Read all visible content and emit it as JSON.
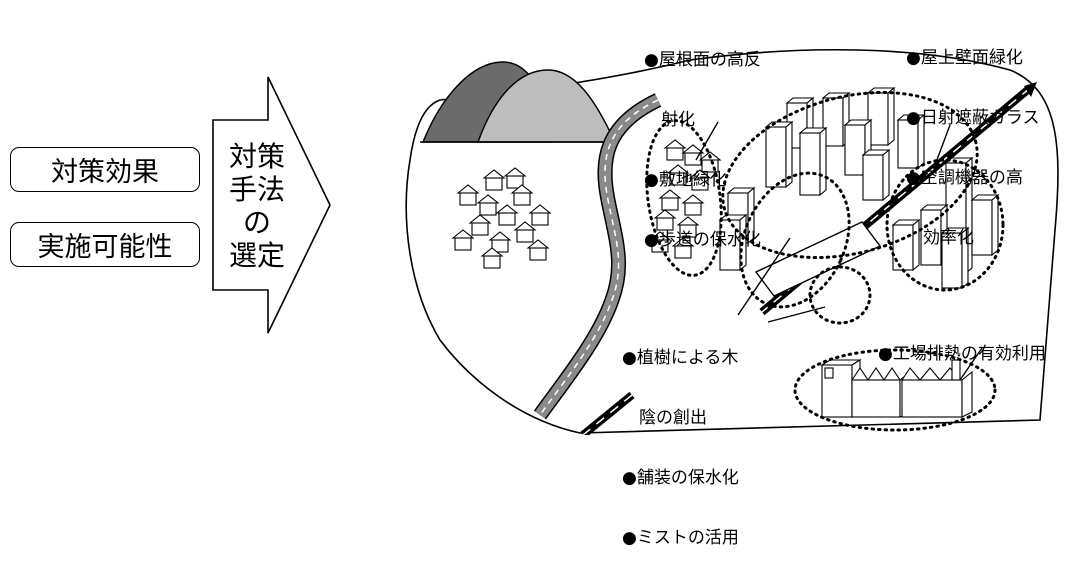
{
  "left_boxes": {
    "effect": "対策効果",
    "feasibility": "実施可能性"
  },
  "arrow": {
    "lines": [
      "対策",
      "手法",
      "の",
      "選定"
    ]
  },
  "annotations": {
    "roof": [
      "●屋根面の高反",
      "　射化",
      "●敷地緑化",
      "●歩道の保水化"
    ],
    "rooftop": [
      "●屋上壁面緑化",
      "●日射遮蔽ガラス",
      "●空調機器の高",
      "　効率化"
    ],
    "trees": [
      "●植樹による木",
      "　陰の創出",
      "●舗装の保水化",
      "●ミストの活用"
    ],
    "factory": [
      "●工場排熱の有効利用"
    ]
  }
}
